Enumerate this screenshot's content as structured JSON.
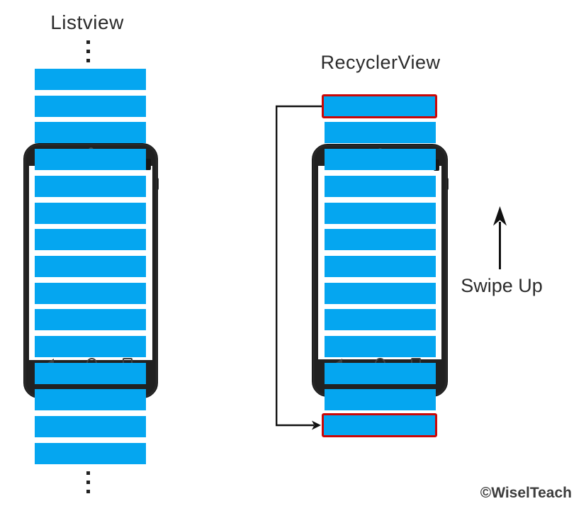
{
  "listview": {
    "title": "Listview",
    "bar_count": 15,
    "ellipsis_top_dots": 3,
    "ellipsis_bottom_dots": 3
  },
  "recyclerview": {
    "title": "RecyclerView",
    "bar_count": 11,
    "has_recycled_top_item": true,
    "has_recycled_bottom_item": true
  },
  "annotations": {
    "swipe_label": "Swipe Up",
    "watermark": "©WiselTeach"
  },
  "colors": {
    "item_blue": "#05A6F0",
    "recycle_highlight_red": "#CB0707",
    "text_dark": "#2B2B2B",
    "arrow_black": "#111111"
  }
}
